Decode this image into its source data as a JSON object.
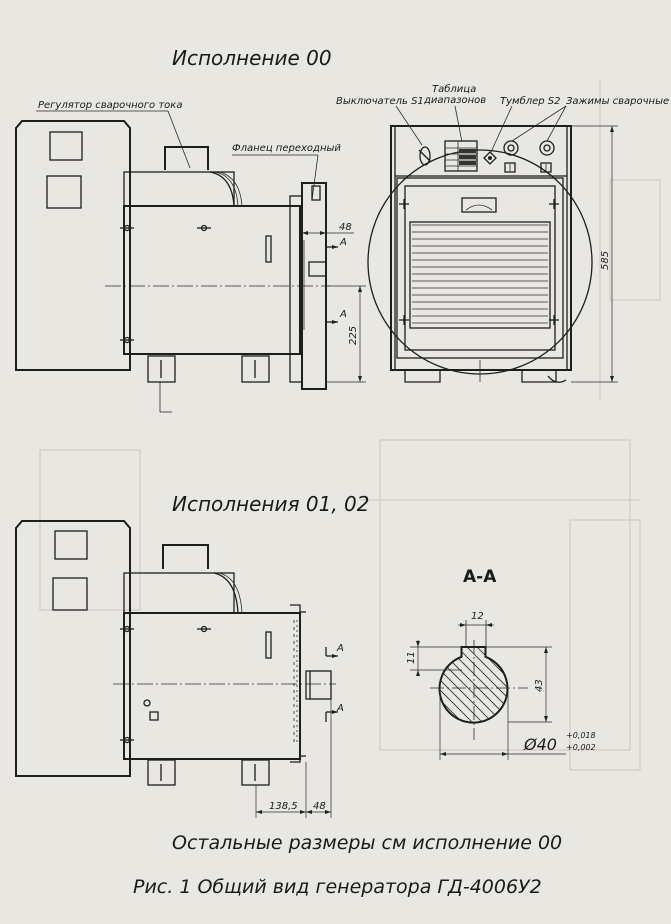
{
  "titles": {
    "variant_00": "Исполнение 00",
    "variant_01_02": "Исполнения 01, 02",
    "section": "А-А",
    "note": "Остальные размеры см исполнение 00",
    "caption": "Рис. 1 Общий вид генератора ГД-4006У2"
  },
  "callouts": {
    "current_regulator": "Регулятор сварочного тока",
    "adapter_flange": "Фланец переходный",
    "switch_s1": "Выключатель S1",
    "range_table_line1": "Таблица",
    "range_table_line2": "диапазонов",
    "toggle_s2": "Тумблер S2",
    "weld_terminals": "Зажимы сварочные"
  },
  "dimensions": {
    "offset_48_top": "48",
    "height_225": "225",
    "height_585": "585",
    "key_width_12": "12",
    "key_depth_11": "11",
    "shaft_43": "43",
    "shaft_diameter": "Ø40",
    "tol_upper": "+0,018",
    "tol_lower": "+0,002",
    "length_138_5": "138,5",
    "offset_48_bottom": "48"
  },
  "section_marks": {
    "a1": "A",
    "a2": "A",
    "a3": "A",
    "a4": "A"
  }
}
